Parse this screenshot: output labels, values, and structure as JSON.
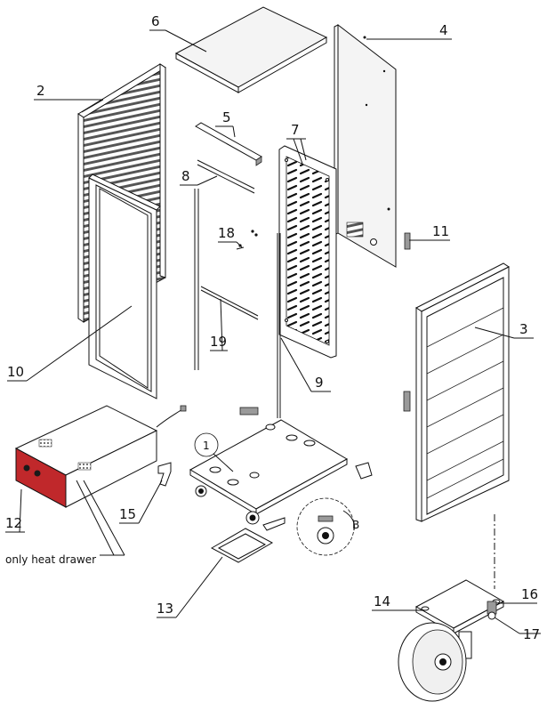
{
  "callouts": [
    {
      "id": "c1",
      "text": "1"
    },
    {
      "id": "c2",
      "text": "2"
    },
    {
      "id": "c3",
      "text": "3"
    },
    {
      "id": "c4",
      "text": "4"
    },
    {
      "id": "c5",
      "text": "5"
    },
    {
      "id": "c6",
      "text": "6"
    },
    {
      "id": "c7",
      "text": "7"
    },
    {
      "id": "c8",
      "text": "8"
    },
    {
      "id": "c9",
      "text": "9"
    },
    {
      "id": "c10",
      "text": "10"
    },
    {
      "id": "c11",
      "text": "11"
    },
    {
      "id": "c12",
      "text": "12"
    },
    {
      "id": "c13",
      "text": "13"
    },
    {
      "id": "c14",
      "text": "14"
    },
    {
      "id": "c15",
      "text": "15"
    },
    {
      "id": "c16",
      "text": "16"
    },
    {
      "id": "c17",
      "text": "17"
    },
    {
      "id": "c18",
      "text": "18"
    },
    {
      "id": "c19",
      "text": "19"
    }
  ],
  "detail_label": "B",
  "note": "only heat drawer",
  "colors": {
    "heater_front": "#c0282b",
    "line": "#111111",
    "panel": "#f4f4f4"
  }
}
